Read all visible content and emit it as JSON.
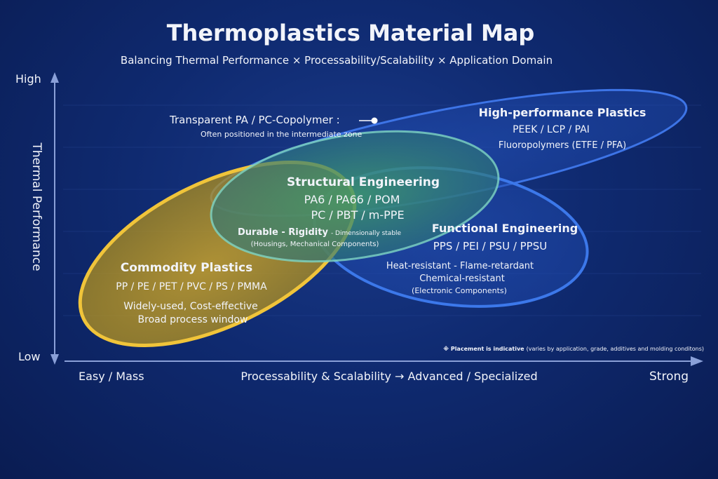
{
  "title": "Thermoplastics Material Map",
  "subtitle": "Balancing Thermal Performance × Processability/Scalability × Application Domain",
  "y_axis": {
    "label": "Thermal Performance",
    "high": "High",
    "low": "Low"
  },
  "x_axis": {
    "left": "Easy / Mass",
    "center": "Processability & Scalability → Advanced / Specialized",
    "right": "Strong"
  },
  "callout": {
    "title": "Transparent PA / PC-Copolymer :",
    "note": "Often positioned in the intermediate zone"
  },
  "groups": {
    "high_performance": {
      "title": "High-performance Plastics",
      "line1": "PEEK / LCP / PAI",
      "line2": "Fluoropolymers (ETFE / PFA)",
      "color": "#3a6ee0"
    },
    "structural": {
      "title": "Structural Engineering",
      "line1": "PA6 / PA66 / POM",
      "line2": "PC / PBT / m-PPE",
      "trait": "Durable - Rigidity",
      "trait_note": "- Dimensionally stable",
      "use": "(Housings, Mechanical Components)",
      "color": "#3fae7a"
    },
    "functional": {
      "title": "Functional Engineering",
      "line1": "PPS / PEI / PSU / PPSU",
      "trait1": "Heat-resistant - Flame-retardant",
      "trait2": "Chemical-resistant",
      "use": "(Electronic Components)",
      "color": "#2f62d8"
    },
    "commodity": {
      "title": "Commodity Plastics",
      "line1": "PP / PE / PET / PVC / PS / PMMA",
      "trait1": "Widely-used, Cost-effective",
      "trait2": "Broad process window",
      "color": "#e0b42a"
    }
  },
  "footnote": {
    "strong": "※ Placement is indicative",
    "rest": "(varies by application, grade, additives and molding conditons)"
  }
}
